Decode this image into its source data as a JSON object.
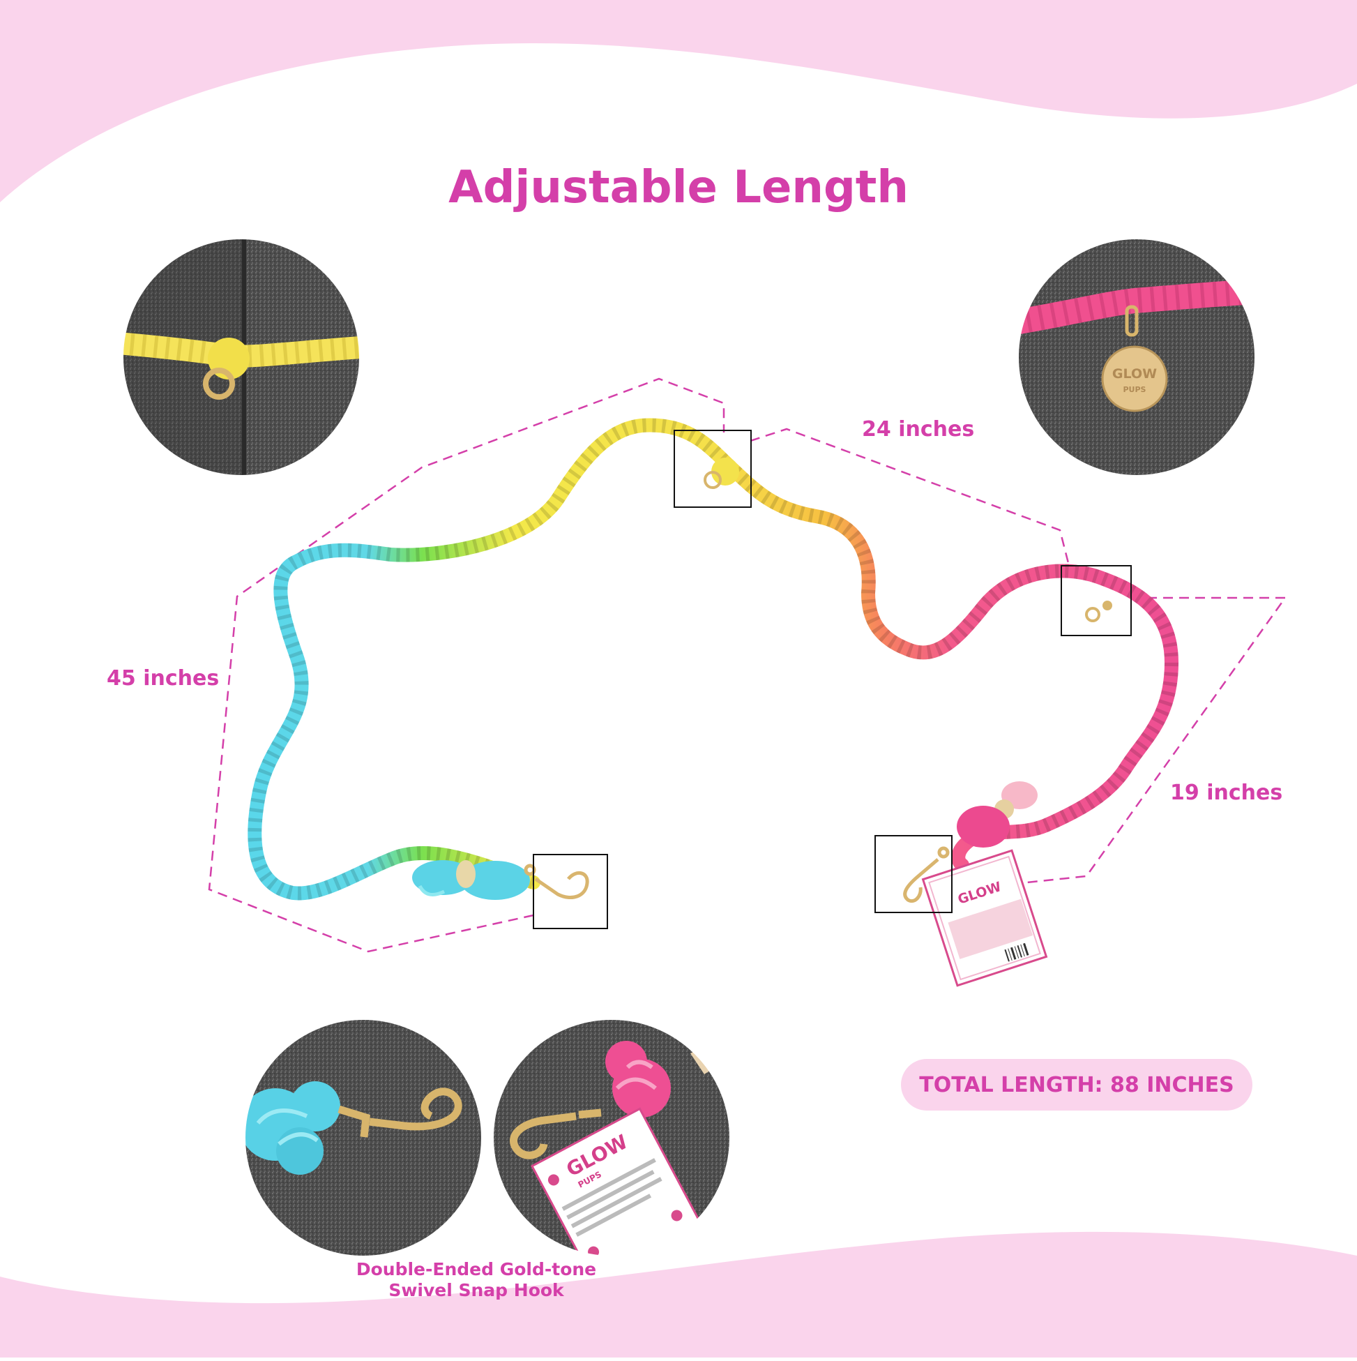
{
  "title": "Adjustable Length",
  "measurements": {
    "segment_left": "45 inches",
    "segment_top": "24 inches",
    "segment_right": "19 inches"
  },
  "total_length": "TOTAL LENGTH: 88 INCHES",
  "caption": {
    "line1": "Double-Ended Gold-tone",
    "line2": "Swivel Snap Hook"
  },
  "brand": {
    "logo_text": "GLOW",
    "logo_sub": "PUPS"
  },
  "colors": {
    "accent": "#d43fa9",
    "background_wave": "#fad4ec",
    "rope_cyan": "#5cd6e8",
    "rope_green": "#7be04f",
    "rope_yellow": "#f5e24a",
    "rope_orange": "#f7945a",
    "rope_pink": "#f0508f",
    "hardware_gold": "#d8b56c",
    "fabric_gray": "#4e4e4e"
  },
  "detail_photos": [
    {
      "name": "yellow-rope-knot-ring",
      "icon": "o-ring-knot-icon"
    },
    {
      "name": "pink-rope-gold-tag",
      "icon": "brand-tag-icon"
    },
    {
      "name": "cyan-snap-hook",
      "icon": "snap-hook-icon"
    },
    {
      "name": "pink-snap-hook-with-label",
      "icon": "snap-hook-icon"
    }
  ]
}
